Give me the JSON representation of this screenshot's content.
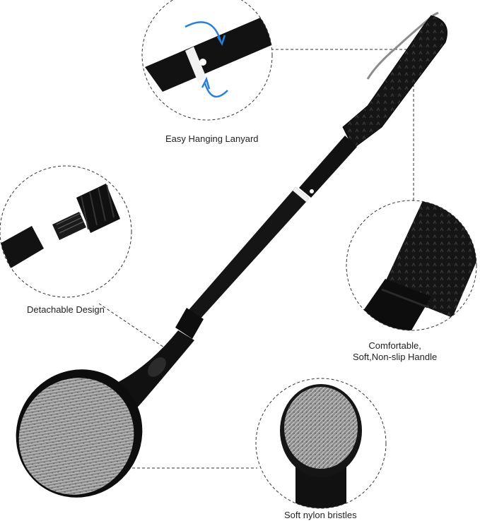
{
  "callouts": {
    "lanyard": "Easy Hanging Lanyard",
    "detachable": "Detachable Design",
    "handle_line1": "Comfortable,",
    "handle_line2": "Soft,Non-slip Handle",
    "bristles": "Soft nylon bristles"
  },
  "colors": {
    "handle_black": "#121212",
    "bristle_gray": "#9a9a9a",
    "accent_blue": "#2a7fd6",
    "ring_white": "#f2f2f2",
    "dashed_line": "#333333"
  }
}
